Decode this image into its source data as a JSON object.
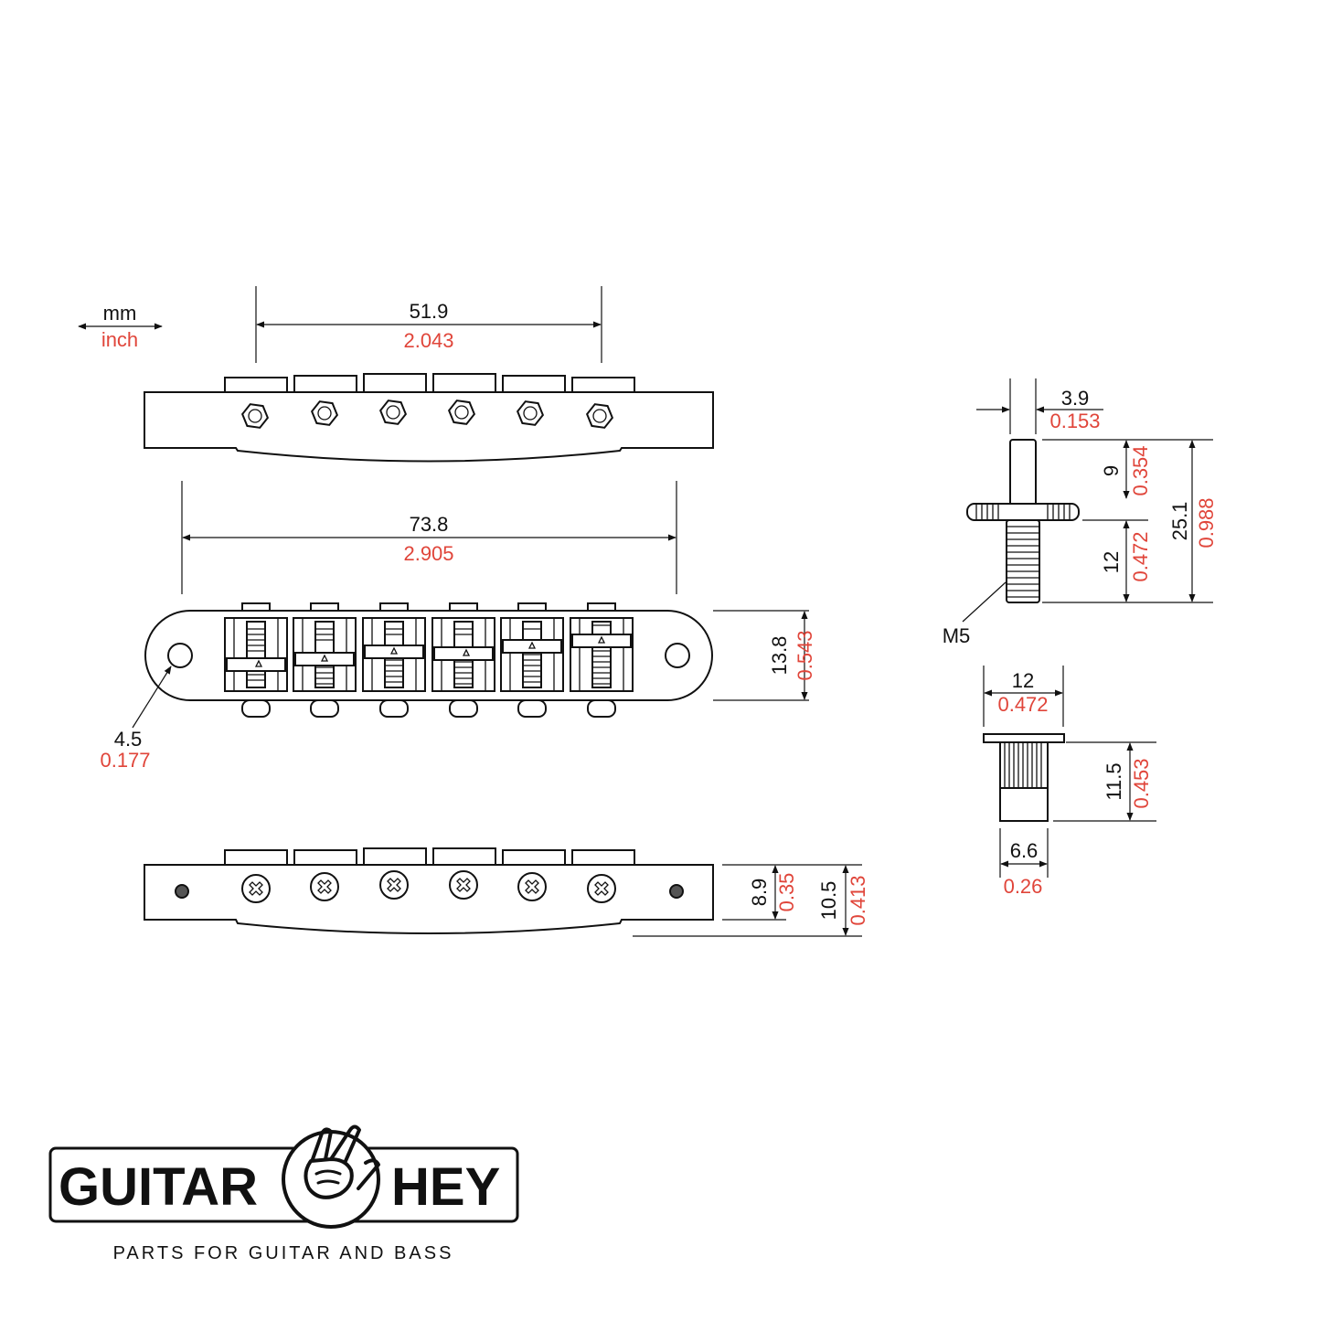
{
  "legend": {
    "mm": "mm",
    "inch": "inch"
  },
  "colors": {
    "metric": "#111111",
    "imperial": "#e0453a",
    "line": "#111111"
  },
  "icons": [
    "arrow-icon",
    "hex-nut-icon",
    "phillips-screw-icon",
    "logo-hand-icon"
  ],
  "bridge_top": {
    "width_mm": "51.9",
    "width_in": "2.043"
  },
  "bridge_plan": {
    "length_mm": "73.8",
    "length_in": "2.905",
    "height_mm": "13.8",
    "height_in": "0.543",
    "hole_mm": "4.5",
    "hole_in": "0.177"
  },
  "bridge_side": {
    "h1_mm": "8.9",
    "h1_in": "0.35",
    "h2_mm": "10.5",
    "h2_in": "0.413"
  },
  "stud": {
    "dia_mm": "3.9",
    "dia_in": "0.153",
    "top_mm": "9",
    "top_in": "0.354",
    "thread_mm": "12",
    "thread_in": "0.472",
    "total_mm": "25.1",
    "total_in": "0.988",
    "thread_label": "M5"
  },
  "bushing": {
    "flange_mm": "12",
    "flange_in": "0.472",
    "height_mm": "11.5",
    "height_in": "0.453",
    "body_mm": "6.6",
    "body_in": "0.26"
  },
  "brand": {
    "word_left": "GUITAR",
    "word_right": "HEY",
    "tagline": "PARTS FOR GUITAR AND BASS"
  }
}
